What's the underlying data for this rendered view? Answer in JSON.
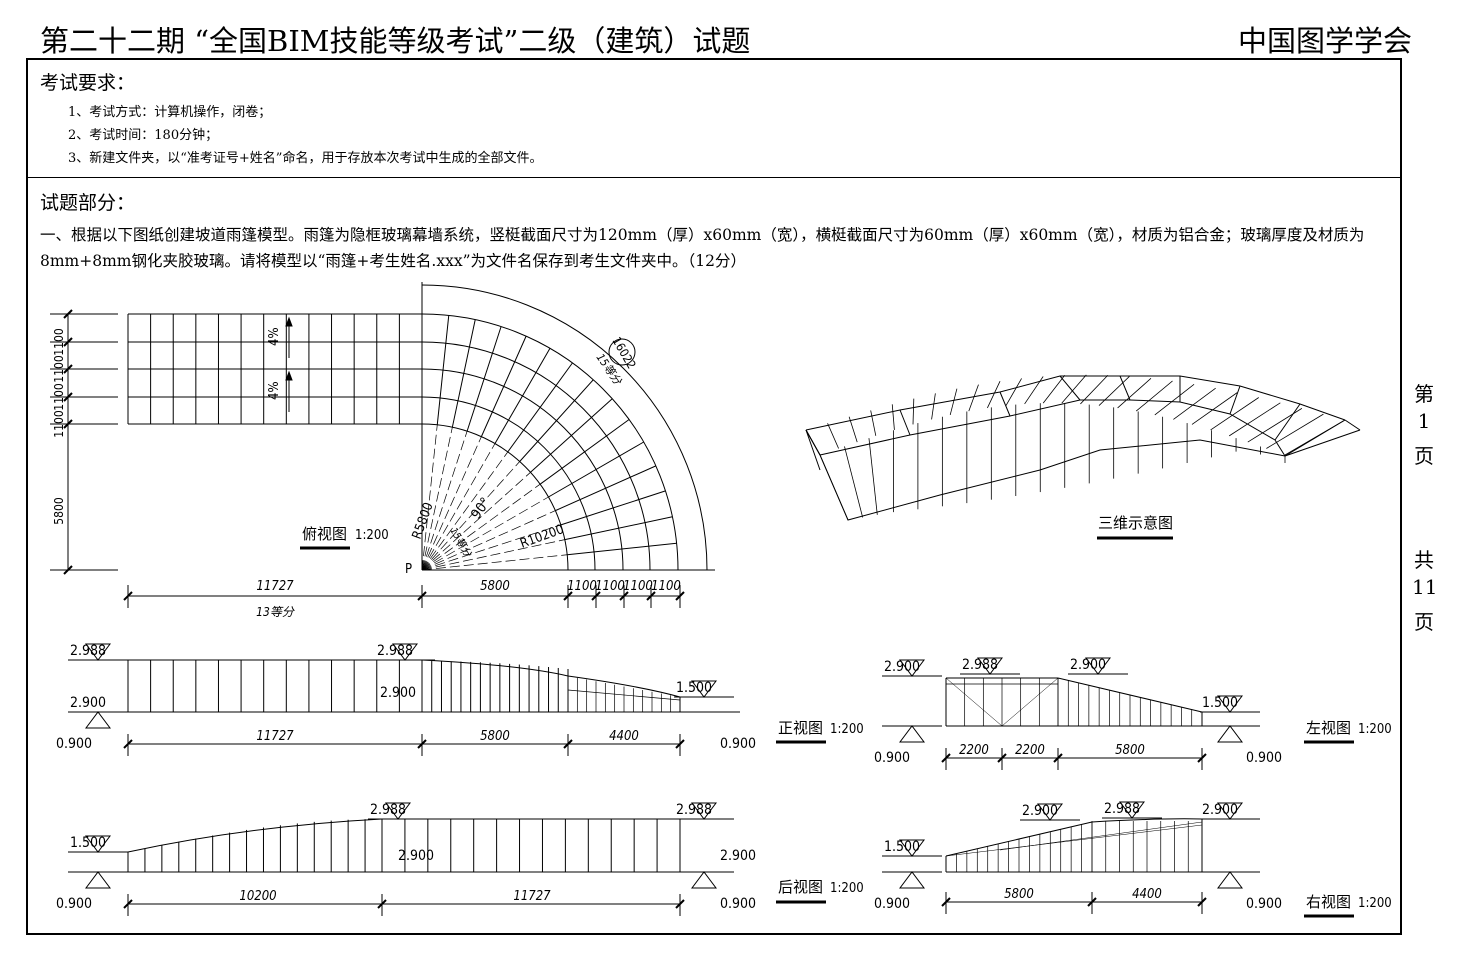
{
  "header": {
    "title": "第二十二期 “全国BIM技能等级考试”二级（建筑）试题",
    "organization": "中国图学学会"
  },
  "requirements": {
    "heading": "考试要求：",
    "items": [
      "1、考试方式：计算机操作，闭卷；",
      "2、考试时间：180分钟；",
      "3、新建文件夹，以“准考证号+姓名”命名，用于存放本次考试中生成的全部文件。"
    ]
  },
  "question": {
    "heading": "试题部分：",
    "text": "一、根据以下图纸创建坡道雨篷模型。雨篷为隐框玻璃幕墙系统，竖梃截面尺寸为120mm（厚）x60mm（宽），横梃截面尺寸为60mm（厚）x60mm（宽），材质为铝合金；玻璃厚度及材质为8mm+8mm钢化夹胶玻璃。请将模型以“雨篷+考生姓名.xxx”为文件名保存到考生文件夹中。（12分）"
  },
  "page_info": {
    "di": "第",
    "page_no": "1",
    "ye": "页",
    "gong": "共",
    "total": "11",
    "ye2": "页"
  },
  "drawings": {
    "plan": {
      "label": "俯视图",
      "scale": "1:200",
      "dims_left": [
        "1100",
        "1100",
        "1100",
        "1100",
        "5800"
      ],
      "dims_bottom": [
        "11727",
        "5800",
        "1100",
        "1100",
        "1100",
        "1100"
      ],
      "straight_div": "13等分",
      "arc_len": "16022",
      "arc_div": "15等分",
      "radius_inner": "R5800",
      "radius_outer": "R10200",
      "angle": "90°",
      "center_div": "15等分",
      "point": "P",
      "slope": "4%"
    },
    "iso": {
      "label": "三维示意图"
    },
    "front": {
      "label": "正视图",
      "scale": "1:200",
      "elevations": [
        "2.988",
        "2.900",
        "0.900",
        "2.988",
        "2.900",
        "1.500",
        "0.900"
      ],
      "dims": [
        "11727",
        "5800",
        "4400"
      ]
    },
    "back": {
      "label": "后视图",
      "scale": "1:200",
      "elevations": [
        "1.500",
        "0.900",
        "2.988",
        "2.900",
        "2.988",
        "2.900",
        "0.900"
      ],
      "dims": [
        "10200",
        "11727"
      ]
    },
    "left": {
      "label": "左视图",
      "scale": "1:200",
      "elevations": [
        "2.900",
        "0.900",
        "2.988",
        "2.900",
        "1.500",
        "0.900"
      ],
      "dims": [
        "2200",
        "2200",
        "5800"
      ]
    },
    "right": {
      "label": "右视图",
      "scale": "1:200",
      "elevations": [
        "1.500",
        "0.900",
        "2.900",
        "2.988",
        "2.900",
        "0.900"
      ],
      "dims": [
        "5800",
        "4400"
      ]
    }
  }
}
